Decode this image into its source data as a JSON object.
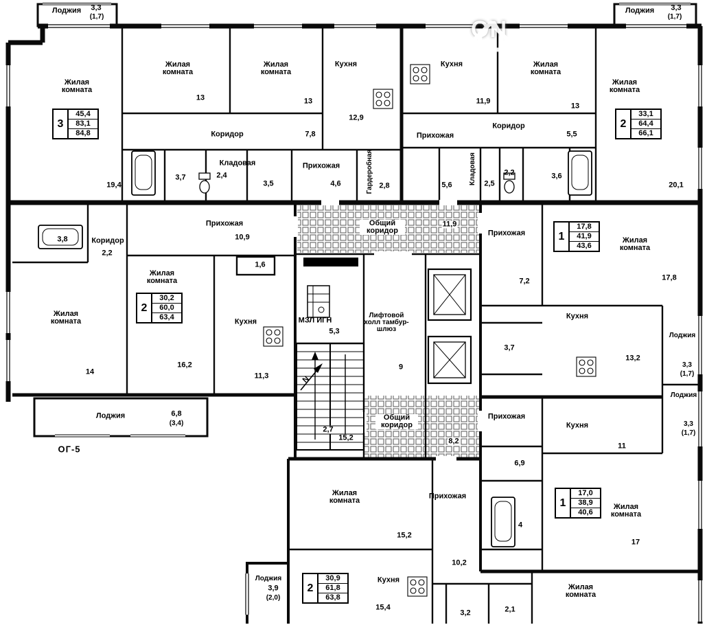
{
  "plan": {
    "code": "ОГ-5",
    "compass": "N",
    "watermark": "ON"
  },
  "loggia_top_left": {
    "name": "Лоджия",
    "area": "3,3",
    "area_k": "(1,7)"
  },
  "loggia_top_right": {
    "name": "Лоджия",
    "area": "3,3",
    "area_k": "(1,7)"
  },
  "apt3": {
    "summary": {
      "rooms": "3",
      "living": "45,4",
      "area": "83,1",
      "total": "84,8"
    },
    "room1_name": "Жилая комната",
    "room1_area": "19,4",
    "room2_name": "Жилая комната",
    "room2_area": "13",
    "room3_name": "Жилая комната",
    "room3_area": "13",
    "kitchen_name": "Кухня",
    "kitchen_area": "12,9",
    "corridor_name": "Коридор",
    "corridor_area": "7,8",
    "storage_name": "Кладовая",
    "storage_area": "2,4",
    "hall_name": "Прихожая",
    "hall_area": "4,6",
    "bath_area": "3,7",
    "storage2_area": "3,5",
    "wardrobe_name": "Гардеробная",
    "wardrobe_area": "2,8"
  },
  "apt2_top": {
    "summary": {
      "rooms": "2",
      "living": "33,1",
      "area": "64,4",
      "total": "66,1"
    },
    "kitchen_name": "Кухня",
    "kitchen_area": "11,9",
    "room2_name": "Жилая комната",
    "room2_area": "13",
    "room1_name": "Жилая комната",
    "room1_area": "20,1",
    "hall_name": "Прихожая",
    "corridor_name": "Коридор",
    "corridor_area": "5,5",
    "bath_area": "5,6",
    "storage_name": "Кладовая",
    "storage_area": "2,5",
    "wc_area": "2,2",
    "bath2_area": "3,6"
  },
  "apt2_mid": {
    "summary": {
      "rooms": "2",
      "living": "30,2",
      "area": "60,0",
      "total": "63,4"
    },
    "bath_area": "3,8",
    "corridor_name": "Коридор",
    "corridor_area": "2,2",
    "hall_name": "Прихожая",
    "hall_area": "10,9",
    "closet_area": "1,6",
    "room1_name": "Жилая комната",
    "room1_area": "16,2",
    "room2_name": "Жилая комната",
    "room2_area": "14",
    "kitchen_name": "Кухня",
    "kitchen_area": "11,3",
    "loggia_name": "Лоджия",
    "loggia_area": "6,8",
    "loggia_area_k": "(3,4)"
  },
  "core": {
    "corridor_top_name": "Общий коридор",
    "corridor_top_area": "11,9",
    "tech_name": "МЗЛ ИГН",
    "tech_area": "5,3",
    "lift_hall_name": "Лифтовой холл тамбур-шлюз",
    "lift_hall_area": "9",
    "stairs_area1": "2,7",
    "stairs_area2": "15,2",
    "corridor_bottom_name": "Общий коридор",
    "corridor_bottom_area": "8,2"
  },
  "apt1_a": {
    "summary": {
      "rooms": "1",
      "living": "17,8",
      "area": "41,9",
      "total": "43,6"
    },
    "hall_name": "Прихожая",
    "hall_area": "7,2",
    "room_name": "Жилая комната",
    "room_area": "17,8",
    "kitchen_name": "Кухня",
    "kitchen_area": "13,2",
    "bath_area": "3,7",
    "loggia1_name": "Лоджия",
    "loggia1_area": "3,3",
    "loggia1_area_k": "(1,7)",
    "loggia2_name": "Лоджия",
    "loggia2_area": "3,3",
    "loggia2_area_k": "(1,7)"
  },
  "apt1_b": {
    "summary": {
      "rooms": "1",
      "living": "17,0",
      "area": "38,9",
      "total": "40,6"
    },
    "hall_name": "Прихожая",
    "kitchen_name": "Кухня",
    "kitchen_area": "11",
    "corridor_area": "6,9",
    "room_name": "Жилая комната",
    "room_area": "17",
    "bath_area": "4",
    "entry_area": "10,2"
  },
  "apt2_bottom": {
    "summary": {
      "rooms": "2",
      "living": "30,9",
      "area": "61,8",
      "total": "63,8"
    },
    "room1_name": "Жилая комната",
    "room1_area": "15,2",
    "hall_name": "Прихожая",
    "kitchen_name": "Кухня",
    "kitchen_area": "15,4",
    "bath_area": "3,2",
    "wc_area": "2,1",
    "room2_name": "Жилая комната",
    "loggia_name": "Лоджия",
    "loggia_area": "3,9",
    "loggia_area_k": "(2,0)"
  }
}
